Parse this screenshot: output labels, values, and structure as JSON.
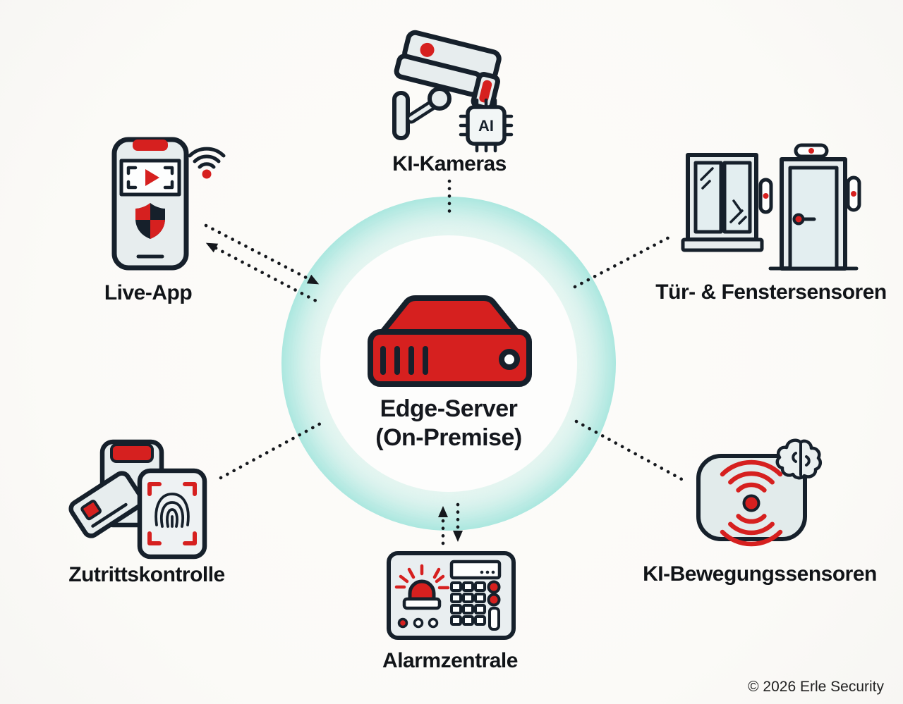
{
  "diagram": {
    "center": {
      "line1": "Edge-Server",
      "line2": "(On-Premise)"
    },
    "nodes": {
      "live_app": {
        "label": "Live-App"
      },
      "ki_kameras": {
        "label": "KI-Kameras",
        "chip_text": "AI"
      },
      "tuer_fenster": {
        "label": "Tür- & Fenstersensoren"
      },
      "ki_bewegung": {
        "label": "KI-Bewegungssensoren"
      },
      "zutritt": {
        "label": "Zutrittskontrolle"
      },
      "alarm": {
        "label": "Alarmzentrale"
      }
    },
    "footer": {
      "copyright": "© 2026 Erle Security"
    },
    "colors": {
      "accent_red": "#d6201f",
      "outline_dark": "#16202b",
      "glow_teal": "#8ee0d6",
      "fill_light": "#e7edee",
      "background": "#fbfaf8",
      "text": "#111418"
    }
  }
}
